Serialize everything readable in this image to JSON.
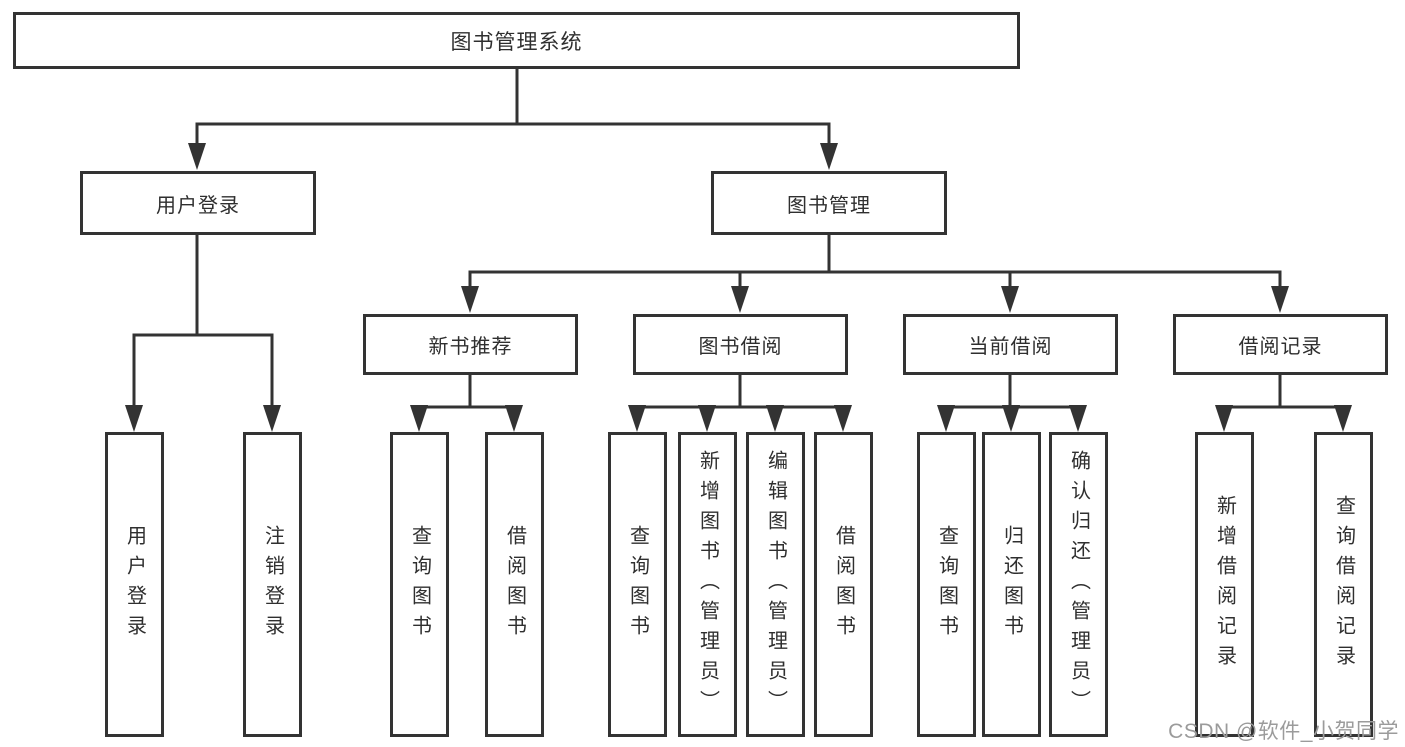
{
  "nodes": {
    "root": {
      "label": "图书管理系统"
    },
    "level2": [
      {
        "label": "用户登录"
      },
      {
        "label": "图书管理"
      }
    ],
    "level3": [
      {
        "label": "新书推荐",
        "parent": "图书管理"
      },
      {
        "label": "图书借阅",
        "parent": "图书管理"
      },
      {
        "label": "当前借阅",
        "parent": "图书管理"
      },
      {
        "label": "借阅记录",
        "parent": "图书管理"
      }
    ],
    "leaves": [
      {
        "label": "用户登录",
        "parent": "用户登录"
      },
      {
        "label": "注销登录",
        "parent": "用户登录"
      },
      {
        "label": "查询图书",
        "parent": "新书推荐"
      },
      {
        "label": "借阅图书",
        "parent": "新书推荐"
      },
      {
        "label": "查询图书",
        "parent": "图书借阅"
      },
      {
        "label": "新增图书（管理员）",
        "parent": "图书借阅"
      },
      {
        "label": "编辑图书（管理员）",
        "parent": "图书借阅"
      },
      {
        "label": "借阅图书",
        "parent": "图书借阅"
      },
      {
        "label": "查询图书",
        "parent": "当前借阅"
      },
      {
        "label": "归还图书",
        "parent": "当前借阅"
      },
      {
        "label": "确认归还（管理员）",
        "parent": "当前借阅"
      },
      {
        "label": "新增借阅记录",
        "parent": "借阅记录"
      },
      {
        "label": "查询借阅记录",
        "parent": "借阅记录"
      }
    ]
  },
  "watermark": {
    "text": "CSDN @软件_小贺同学"
  },
  "colors": {
    "line": "#333333",
    "text": "#2f2f2f",
    "watermark": "#9b9b9b",
    "background": "#ffffff"
  }
}
